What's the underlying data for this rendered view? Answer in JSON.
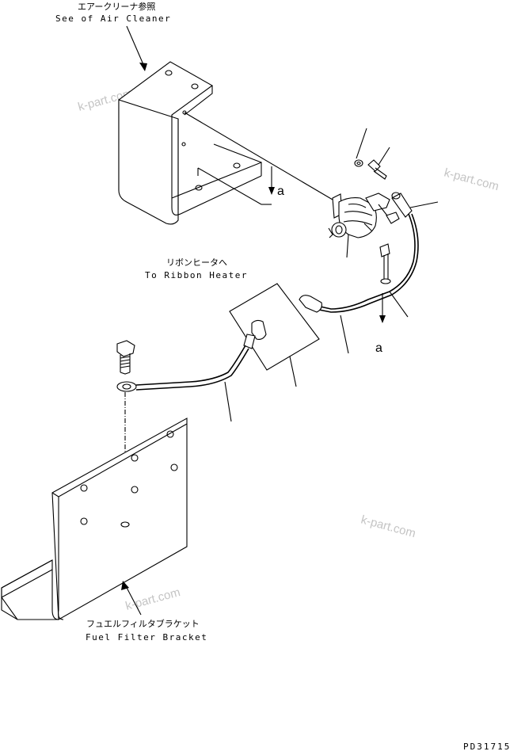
{
  "labels": {
    "air_cleaner_jp": "エアークリーナ参照",
    "air_cleaner_en": "See of Air Cleaner",
    "ribbon_heater_jp": "リボンヒータへ",
    "ribbon_heater_en": "To Ribbon Heater",
    "fuel_filter_jp": "フュエルフィルタブラケット",
    "fuel_filter_en": "Fuel Filter Bracket",
    "view_marker_upper": "a",
    "view_marker_lower": "a"
  },
  "watermarks": [
    "k-part.com",
    "k-part.com",
    "k-part.com",
    "k-part.com"
  ],
  "part_code": "PD31715"
}
